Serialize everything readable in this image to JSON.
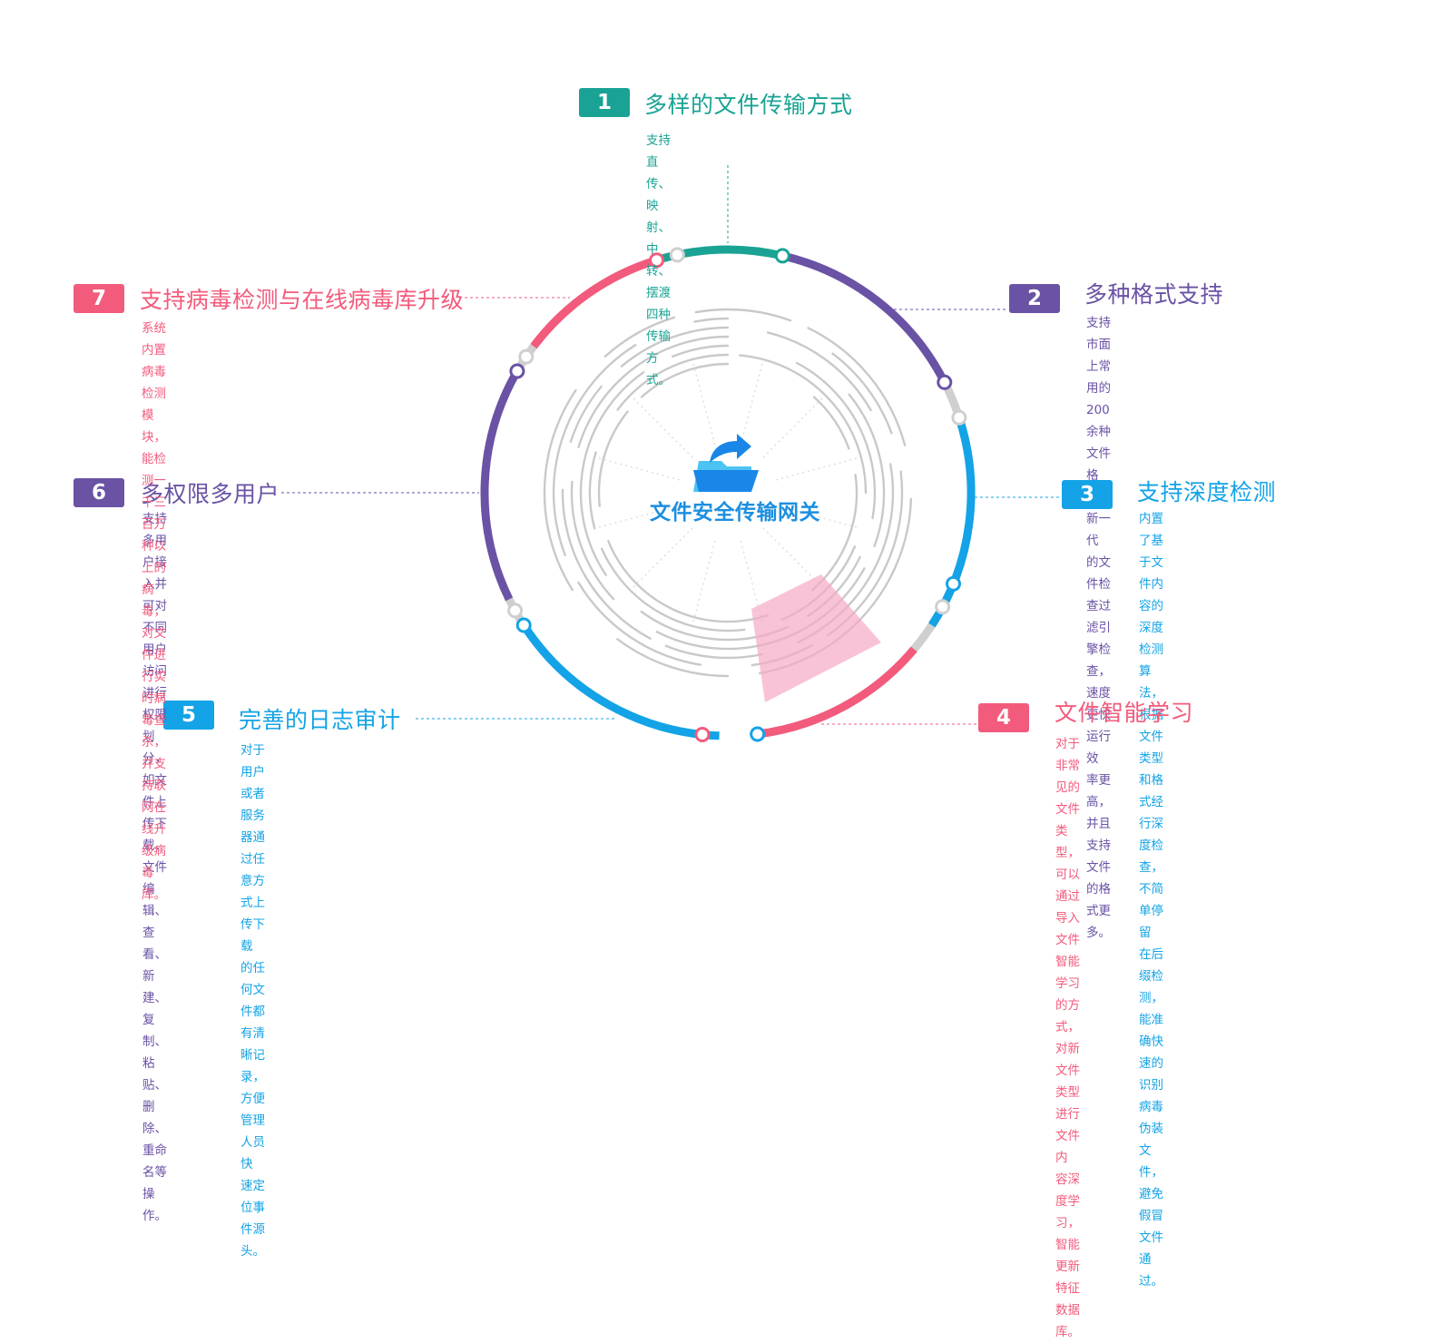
{
  "center": {
    "title": "文件安全传输网关",
    "icon": "folder-upload-icon"
  },
  "colors": {
    "teal": "#1aa394",
    "purple": "#6a52a5",
    "blue": "#13a3e6",
    "pink": "#f25b7c",
    "grey": "#cfcfcf"
  },
  "features": [
    {
      "number": "1",
      "title": "多样的文件传输方式",
      "desc": [
        "支持直传、映射、中转、摆渡四种传输方式。"
      ]
    },
    {
      "number": "2",
      "title": "多种格式支持",
      "desc": [
        "支持市面上常用的200余种文件格式，新一代",
        "的文件检查过滤引擎检查，速度更快运行效",
        "率更高，并且支持文件的格式更多。"
      ]
    },
    {
      "number": "3",
      "title": "支持深度检测",
      "desc": [
        "内置了基于文件内容的深度检测算法，根据",
        "文件类型和格式经行深度检查，不简单停留",
        "在后缀检测，能准确快速的识别病毒伪装文",
        "件，避免假冒文件通过。"
      ]
    },
    {
      "number": "4",
      "title": "文件智能学习",
      "desc": [
        "对于非常见的文件类型，可以通过导入文件",
        "智能学习的方式，对新文件类型进行文件内",
        "容深度学习，智能更新特征数据库。"
      ]
    },
    {
      "number": "5",
      "title": "完善的日志审计",
      "desc": [
        "对于用户或者服务器通过任意方式上传下载",
        "的任何文件都有清晰记录，方便管理人员快",
        "速定位事件源头。"
      ]
    },
    {
      "number": "6",
      "title": "多权限多用户",
      "desc": [
        "支持多用户接入并可对不同用户访问进行权限划",
        "分，如文件上传下载、文件编辑、查看、新建、",
        "复制、粘贴、删除、重命名等操作。"
      ]
    },
    {
      "number": "7",
      "title": "支持病毒检测与在线病毒库升级",
      "desc": [
        "系统内置病毒检测模块，能检测一千三百万",
        "种以上的病毒，对文件进行实时病毒查杀，",
        "并支持联网在线升级病毒库。"
      ]
    }
  ]
}
